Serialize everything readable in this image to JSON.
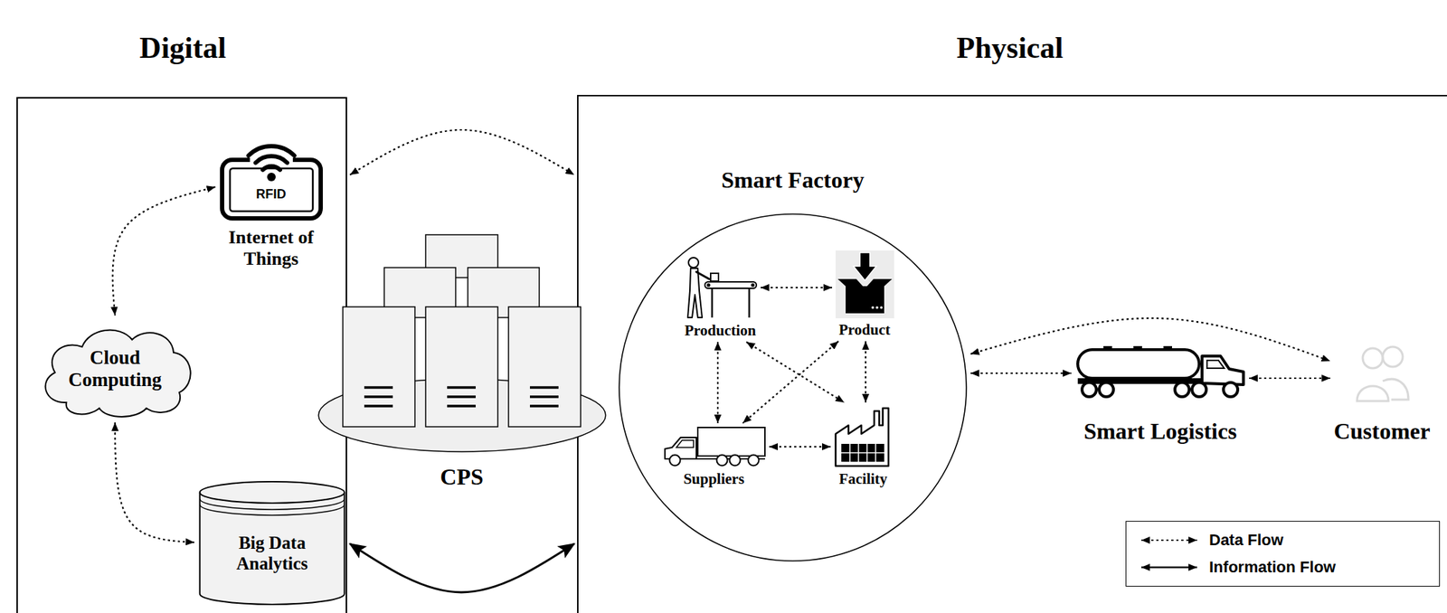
{
  "diagram": {
    "nodes": [
      {
        "text": [
          "Digital"
        ]
      },
      {
        "text": [
          "RFID",
          "Internet of Things"
        ],
        "in": 0
      },
      {
        "text": [
          "Cloud Computing"
        ],
        "in": 0
      },
      {
        "text": [
          "Big Data Analytics"
        ],
        "in": 0
      },
      {
        "text": [
          "CPS"
        ]
      },
      {
        "text": [
          "Physical"
        ]
      },
      {
        "text": [
          "Smart Factory"
        ],
        "in": 5
      },
      {
        "text": [
          "Production"
        ],
        "in": 6
      },
      {
        "text": [
          "Product"
        ],
        "in": 6
      },
      {
        "text": [
          "Suppliers"
        ],
        "in": 6
      },
      {
        "text": [
          "Facility"
        ],
        "in": 6
      },
      {
        "text": [
          "Smart Logistics"
        ],
        "in": 5
      },
      {
        "text": [
          "Customer"
        ],
        "in": 5
      }
    ],
    "edges": [
      {
        "from": 0,
        "to": 5,
        "arrow": "both"
      },
      {
        "from": 0,
        "to": 5,
        "arrow": "both"
      },
      {
        "from": 1,
        "to": 2,
        "arrow": "both"
      },
      {
        "from": 2,
        "to": 3,
        "arrow": "both"
      },
      {
        "from": 7,
        "to": 8,
        "arrow": "both"
      },
      {
        "from": 7,
        "to": 9,
        "arrow": "both"
      },
      {
        "from": 7,
        "to": 10,
        "arrow": "both"
      },
      {
        "from": 8,
        "to": 9,
        "arrow": "both"
      },
      {
        "from": 8,
        "to": 10,
        "arrow": "both"
      },
      {
        "from": 9,
        "to": 10,
        "arrow": "both"
      },
      {
        "from": 6,
        "to": 11,
        "arrow": "both"
      },
      {
        "from": 6,
        "to": 12,
        "arrow": "both"
      },
      {
        "from": 11,
        "to": 12,
        "arrow": "both"
      }
    ],
    "legend": [
      {
        "text": "Data Flow"
      },
      {
        "text": "Information Flow"
      }
    ]
  }
}
